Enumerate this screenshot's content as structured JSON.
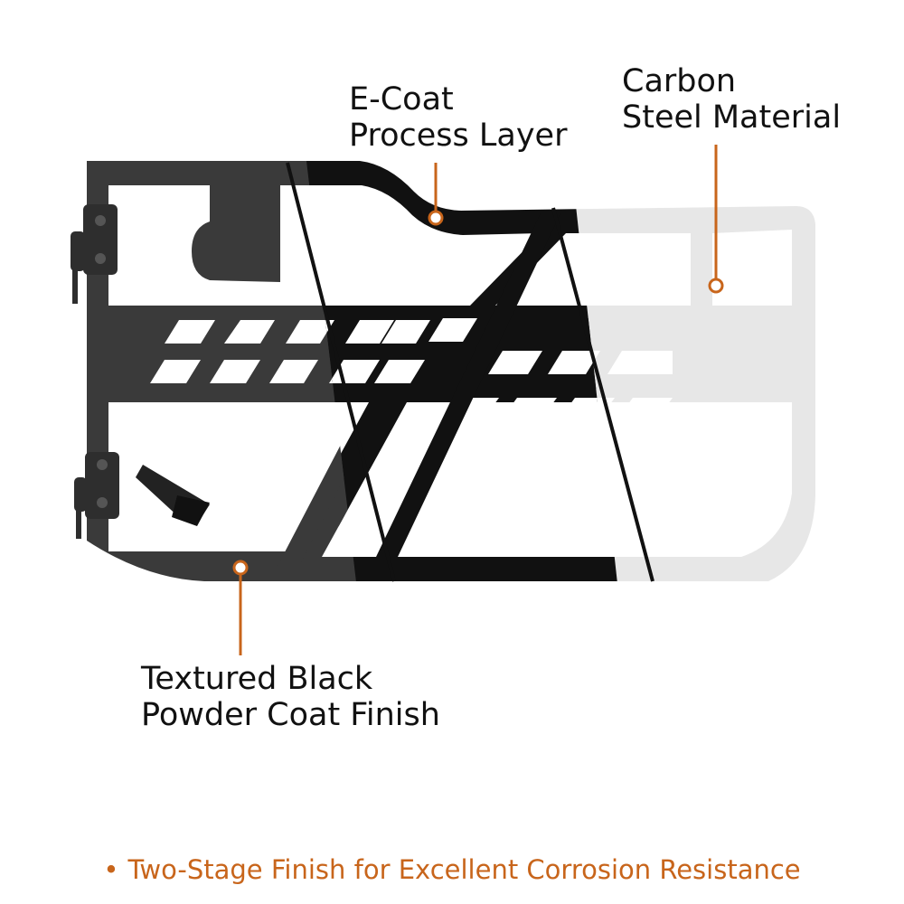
{
  "colors": {
    "accent": "#c8651b",
    "ecoat_black": "#111111",
    "powder_gray": "#3a3a3a",
    "raw_steel": "#e7e7e7",
    "text": "#111111"
  },
  "callouts": {
    "ecoat": {
      "line1": "E-Coat",
      "line2": "Process Layer"
    },
    "carbon": {
      "line1": "Carbon",
      "line2": "Steel Material"
    },
    "powder": {
      "line1": "Textured Black",
      "line2": "Powder Coat Finish"
    }
  },
  "footer": {
    "bullet": "•",
    "text": "Two-Stage Finish for Excellent Corrosion Resistance"
  }
}
